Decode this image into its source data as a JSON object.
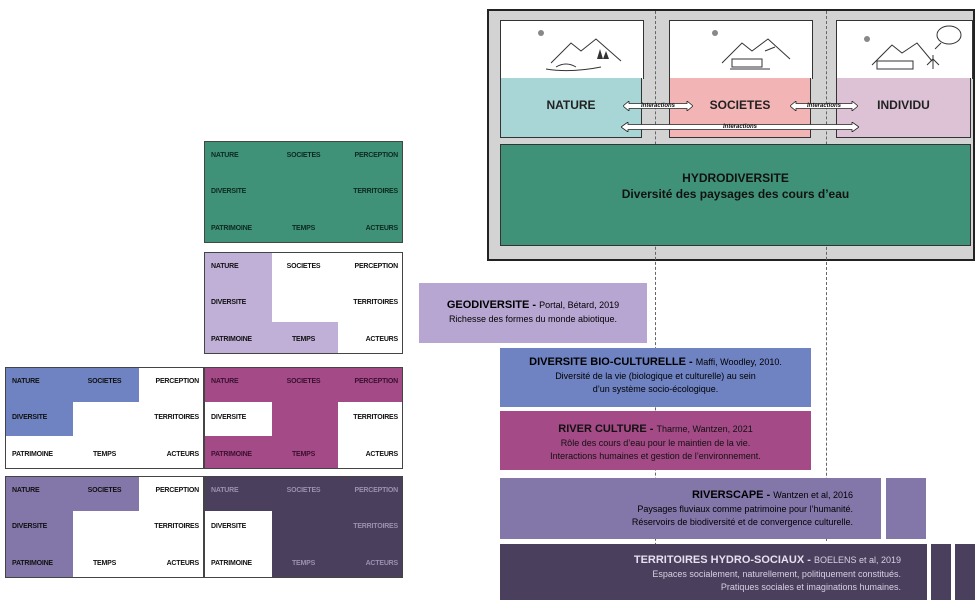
{
  "grid_labels": {
    "nature": "NATURE",
    "societes": "SOCIETES",
    "perception": "PERCEPTION",
    "diversite": "DIVERSITE",
    "territoires": "TERRITOIRES",
    "patrimoine": "PATRIMOINE",
    "temps": "TEMPS",
    "acteurs": "ACTEURS"
  },
  "top_diagram": {
    "columns": [
      {
        "label": "NATURE",
        "color": "#a8d5d5"
      },
      {
        "label": "SOCIETES",
        "color": "#f2b4b4"
      },
      {
        "label": "INDIVIDU",
        "color": "#dcc2d4"
      }
    ],
    "interaction_label": "Interactions",
    "hydro_title": "HYDRODIVERSITE",
    "hydro_subtitle": "Diversité des paysages des cours d’eau",
    "hydro_color": "#3f9278"
  },
  "bands": {
    "geo": {
      "title": "GEODIVERSITE - ",
      "authors": "Portal, Bétard, 2019",
      "line1": "Richesse des formes du monde abiotique.",
      "color": "#b8a6d2"
    },
    "bio": {
      "title": "DIVERSITE BIO-CULTURELLE - ",
      "authors": "Maffi, Woodley, 2010.",
      "line1": "Diversité de la vie (biologique et culturelle) au sein",
      "line2": "d’un système socio-écologique.",
      "color": "#6f82c2"
    },
    "river": {
      "title": "RIVER CULTURE - ",
      "authors": "Tharme, Wantzen, 2021",
      "line1": "Rôle des cours d’eau pour le maintien de la vie.",
      "line2": "Interactions humaines et gestion de l’environnement.",
      "color": "#a44a86"
    },
    "riverscape": {
      "title": "RIVERSCAPE - ",
      "authors": "Wantzen et al, 2016",
      "line1": "Paysages fluviaux comme patrimoine pour l’humanité.",
      "line2": "Réservoirs de biodiversité et de convergence culturelle.",
      "color": "#8377aa"
    },
    "terr": {
      "title": "TERRITOIRES HYDRO-SOCIAUX - ",
      "authors": "BOELENS et al, 2019",
      "line1": "Espaces socialement, naturellement, politiquement constitués.",
      "line2": "Pratiques sociales et imaginations humaines.",
      "color": "#4a3f5c"
    }
  },
  "grid_colors": {
    "green": "#3f9278",
    "lavender": "#c0b0d8",
    "blue": "#6f82c2",
    "magenta": "#a44a86",
    "purple": "#8377aa",
    "dark": "#4a3f5c"
  }
}
